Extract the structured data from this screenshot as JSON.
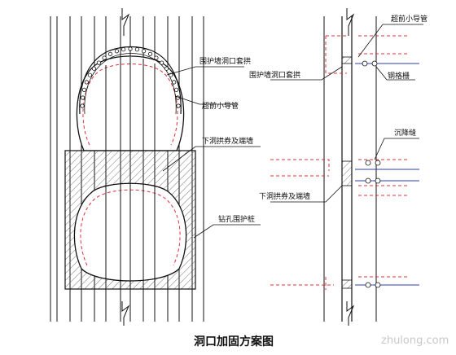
{
  "caption": "洞口加固方案图",
  "labels": {
    "wall_mouth_arch": "围护墙洞口套拱",
    "advance_pipe": "超前小导管",
    "lower_cavern_wall": "下洞拱券及端墙",
    "bored_pile": "钻孔围护桩",
    "side_advance_pipe": "超前小导管",
    "side_wall_mouth_arch": "围护墙洞口套拱",
    "steel_frame": "钢格栅",
    "settlement_joint": "沉降缝",
    "side_lower_cavern_wall": "下洞拱券及端墙"
  },
  "watermark": "zhulong.com",
  "colors": {
    "line": "#111111",
    "dashed": "#e0303a",
    "blue": "#2a3fb0",
    "hatch": "#444444"
  }
}
